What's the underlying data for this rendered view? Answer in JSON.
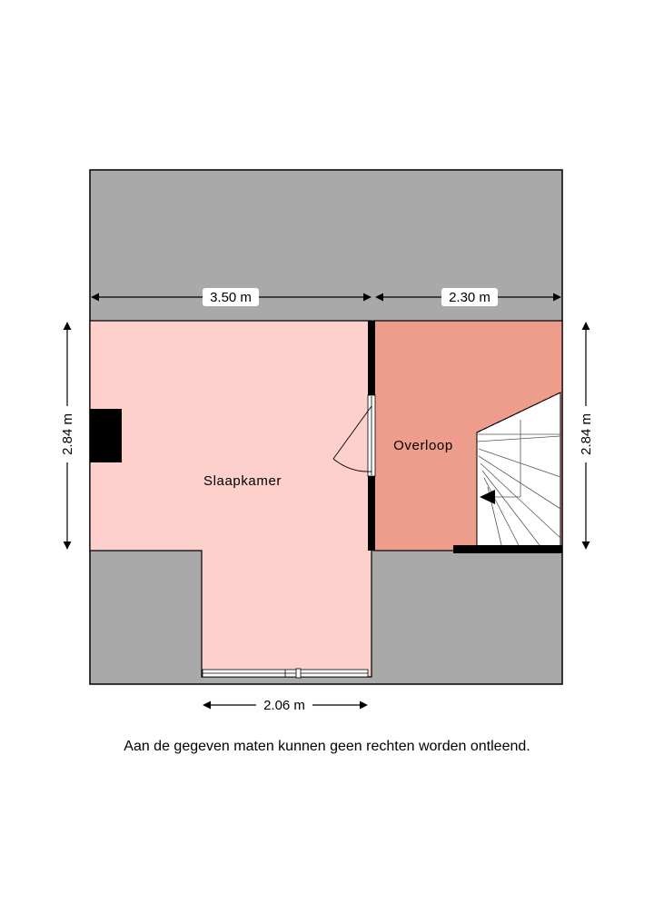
{
  "rooms": {
    "slaapkamer": "Slaapkamer",
    "overloop": "Overloop"
  },
  "dimensions": {
    "top_left_width": "3.50 m",
    "top_right_width": "2.30 m",
    "left_height": "2.84 m",
    "right_height": "2.84 m",
    "bottom_width": "2.06 m"
  },
  "disclaimer": "Aan de gegeven maten kunnen geen rechten worden ontleend.",
  "colors": {
    "slaapkamer_fill": "#fdd0cc",
    "overloop_fill": "#ee9c8c",
    "roof_fill": "#a9a9a9",
    "wall": "#000000",
    "stair_fill": "#ffffff",
    "label_box": "#ffffff"
  }
}
